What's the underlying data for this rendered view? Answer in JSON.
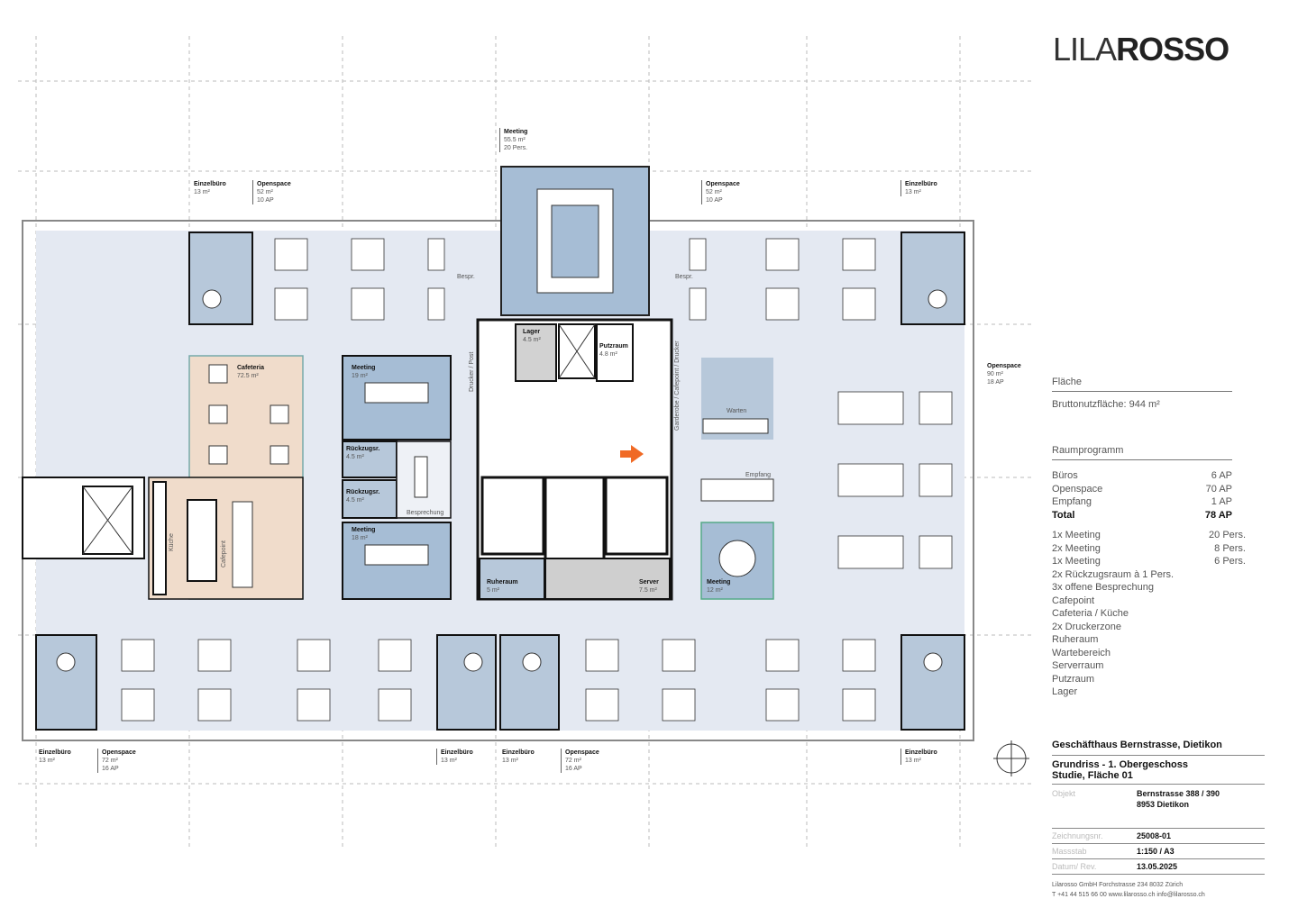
{
  "logo": {
    "thin": "LILA",
    "bold": "ROSSO"
  },
  "area": {
    "heading": "Fläche",
    "gross": "Bruttonutzfläche: 944 m²"
  },
  "program": {
    "heading": "Raumprogramm",
    "workplaces": [
      {
        "label": "Büros",
        "value": "6 AP"
      },
      {
        "label": "Openspace",
        "value": "70 AP"
      },
      {
        "label": "Empfang",
        "value": "1 AP"
      }
    ],
    "total": {
      "label": "Total",
      "value": "78 AP"
    },
    "rooms": [
      {
        "label": "1x Meeting",
        "value": "20 Pers."
      },
      {
        "label": "2x Meeting",
        "value": "8 Pers."
      },
      {
        "label": "1x Meeting",
        "value": "6 Pers."
      },
      {
        "label": "2x Rückzugsraum à 1 Pers.",
        "value": ""
      },
      {
        "label": "3x offene Besprechung",
        "value": ""
      },
      {
        "label": "Cafepoint",
        "value": ""
      },
      {
        "label": "Cafeteria / Küche",
        "value": ""
      },
      {
        "label": "2x Druckerzone",
        "value": ""
      },
      {
        "label": "Ruheraum",
        "value": ""
      },
      {
        "label": "Wartebereich",
        "value": ""
      },
      {
        "label": "Serverraum",
        "value": ""
      },
      {
        "label": "Putzraum",
        "value": ""
      },
      {
        "label": "Lager",
        "value": ""
      }
    ]
  },
  "titleblock": {
    "project": "Geschäfthaus Bernstrasse, Dietikon",
    "drawing": "Grundriss - 1. Obergeschoss",
    "study": "Studie, Fläche 01",
    "object_label": "Objekt",
    "object_line1": "Bernstrasse 388 / 390",
    "object_line2": "8953 Dietikon",
    "number_label": "Zeichnungsnr.",
    "number": "25008-01",
    "scale_label": "Massstab",
    "scale": "1:150 / A3",
    "date_label": "Datum/ Rev.",
    "date": "13.05.2025",
    "footer1": "Lilarosso GmbH    Forchstrasse 234    8032 Zürich",
    "footer2": "T +41 44 515 66 00    www.lilarosso.ch    info@lilarosso.ch"
  },
  "zone_labels": {
    "top": [
      {
        "title": "Einzelbüro",
        "l1": "13 m²",
        "l2": ""
      },
      {
        "title": "Openspace",
        "l1": "52 m²",
        "l2": "10 AP"
      },
      {
        "title": "Meeting",
        "l1": "55.5 m²",
        "l2": "20 Pers."
      },
      {
        "title": "Openspace",
        "l1": "52 m²",
        "l2": "10 AP"
      },
      {
        "title": "Einzelbüro",
        "l1": "13 m²",
        "l2": ""
      }
    ],
    "right": {
      "title": "Openspace",
      "l1": "90 m²",
      "l2": "18 AP"
    },
    "bottom": [
      {
        "title": "Einzelbüro",
        "l1": "13 m²",
        "l2": ""
      },
      {
        "title": "Openspace",
        "l1": "72 m²",
        "l2": "16 AP"
      },
      {
        "title": "Einzelbüro",
        "l1": "13 m²",
        "l2": ""
      },
      {
        "title": "Einzelbüro",
        "l1": "13 m²",
        "l2": ""
      },
      {
        "title": "Openspace",
        "l1": "72 m²",
        "l2": "16 AP"
      },
      {
        "title": "Einzelbüro",
        "l1": "13 m²",
        "l2": ""
      }
    ]
  },
  "rooms": {
    "cafeteria": {
      "title": "Cafeteria",
      "area": "72.5 m²"
    },
    "meeting19": {
      "title": "Meeting",
      "area": "19 m²"
    },
    "rueckzug1": {
      "title": "Rückzugsr.",
      "area": "4.5 m²"
    },
    "rueckzug2": {
      "title": "Rückzugsr.",
      "area": "4.5 m²"
    },
    "meeting18": {
      "title": "Meeting",
      "area": "18 m²"
    },
    "lager": {
      "title": "Lager",
      "area": "4.5 m²"
    },
    "putzraum": {
      "title": "Putzraum",
      "area": "4.8 m²"
    },
    "ruheraum": {
      "title": "Ruheraum",
      "area": "5 m²"
    },
    "server": {
      "title": "Server",
      "area": "7.5 m²"
    },
    "meeting12": {
      "title": "Meeting",
      "area": "12 m²"
    },
    "besprechung": "Besprechung",
    "bespr_left": "Bespr.",
    "bespr_right": "Bespr.",
    "warten": "Warten",
    "empfang": "Empfang",
    "kueche": "Küche",
    "cafepoint": "Cafepoint",
    "drucker_post": "Drucker / Post",
    "garderobe": "Garderobe / Cafepoint / Drucker"
  },
  "colors": {
    "open": "#e4e9f2",
    "room": "#b7c8da",
    "meeting": "#a6bdd5",
    "cafe": "#f0dccb",
    "server": "#cfcfcf",
    "accent": "#f06a25"
  }
}
